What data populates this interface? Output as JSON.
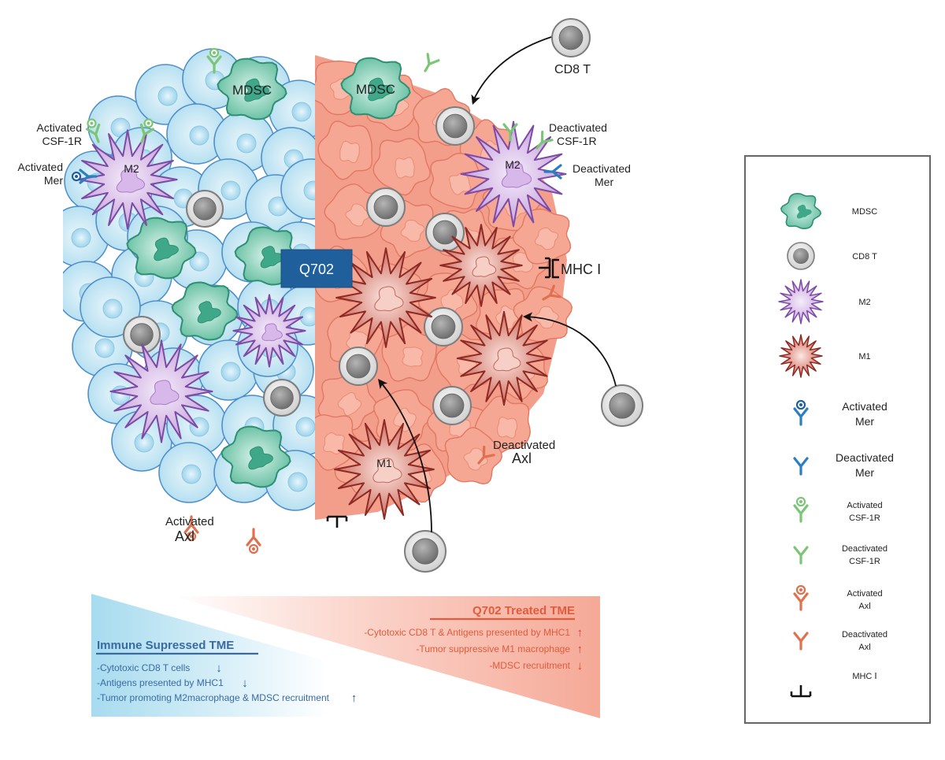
{
  "drug_label": "Q702",
  "cell_labels": {
    "mdsc": "MDSC",
    "m2": "M2",
    "m1": "M1",
    "cd8_t": "CD8 T"
  },
  "annotations": {
    "activated_csf1r": [
      "Activated",
      "CSF-1R"
    ],
    "activated_mer": [
      "Activated",
      "Mer"
    ],
    "deactivated_csf1r": [
      "Deactivated",
      "CSF-1R"
    ],
    "deactivated_mer": [
      "Deactivated",
      "Mer"
    ],
    "mhc_i": "MHC Ⅰ",
    "deactivated_axl": [
      "Deactivated",
      "Axl"
    ],
    "activated_axl": [
      "Activated",
      "Axl"
    ]
  },
  "immune_suppressed": {
    "title": "Immune Supressed TME",
    "items": [
      {
        "text": "-Cytotoxic CD8 T cells",
        "arrow": "↓"
      },
      {
        "text": "-Antigens presented by MHC1",
        "arrow": "↓"
      },
      {
        "text": "-Tumor promoting M2macrophage & MDSC recruitment",
        "arrow": "↑"
      }
    ]
  },
  "treated": {
    "title": "Q702 Treated TME",
    "items": [
      {
        "text": "-Cytotoxic CD8 T & Antigens presented by MHC1",
        "arrow": "↑"
      },
      {
        "text": "-Tumor suppressive M1 macrophage",
        "arrow": "↑"
      },
      {
        "text": "-MDSC recruitment",
        "arrow": "↓"
      }
    ]
  },
  "legend": [
    {
      "icon": "mdsc",
      "label": [
        "MDSC"
      ]
    },
    {
      "icon": "cd8",
      "label": [
        "CD8 T"
      ]
    },
    {
      "icon": "m2",
      "label": [
        "M2"
      ]
    },
    {
      "icon": "m1",
      "label": [
        "M1"
      ]
    },
    {
      "icon": "activated-mer",
      "label": [
        "Activated",
        "Mer"
      ]
    },
    {
      "icon": "deactivated-mer",
      "label": [
        "Deactivated",
        "Mer"
      ]
    },
    {
      "icon": "activated-csf1r",
      "label": [
        "Activated",
        "CSF-1R"
      ]
    },
    {
      "icon": "deactivated-csf1r",
      "label": [
        "Deactivated",
        "CSF-1R"
      ]
    },
    {
      "icon": "activated-axl",
      "label": [
        "Activated",
        "Axl"
      ]
    },
    {
      "icon": "deactivated-axl",
      "label": [
        "Deactivated",
        "Axl"
      ]
    },
    {
      "icon": "mhc",
      "label": [
        "MHC Ⅰ"
      ]
    }
  ],
  "colors": {
    "tumor_blue": "#cdeaf5",
    "tumor_blue_stroke": "#4f8fc9",
    "tumor_red": "#f4a090",
    "tumor_red_stroke": "#e07863",
    "mdsc": "#6cc7a8",
    "m2": "#c9a5dc",
    "m1": "#b8463f",
    "mer": "#2a7fc1",
    "csf1r": "#7cc576",
    "axl": "#e0704e",
    "suppressed_text": "#3b6aa0",
    "treated_text": "#e05c3c"
  }
}
